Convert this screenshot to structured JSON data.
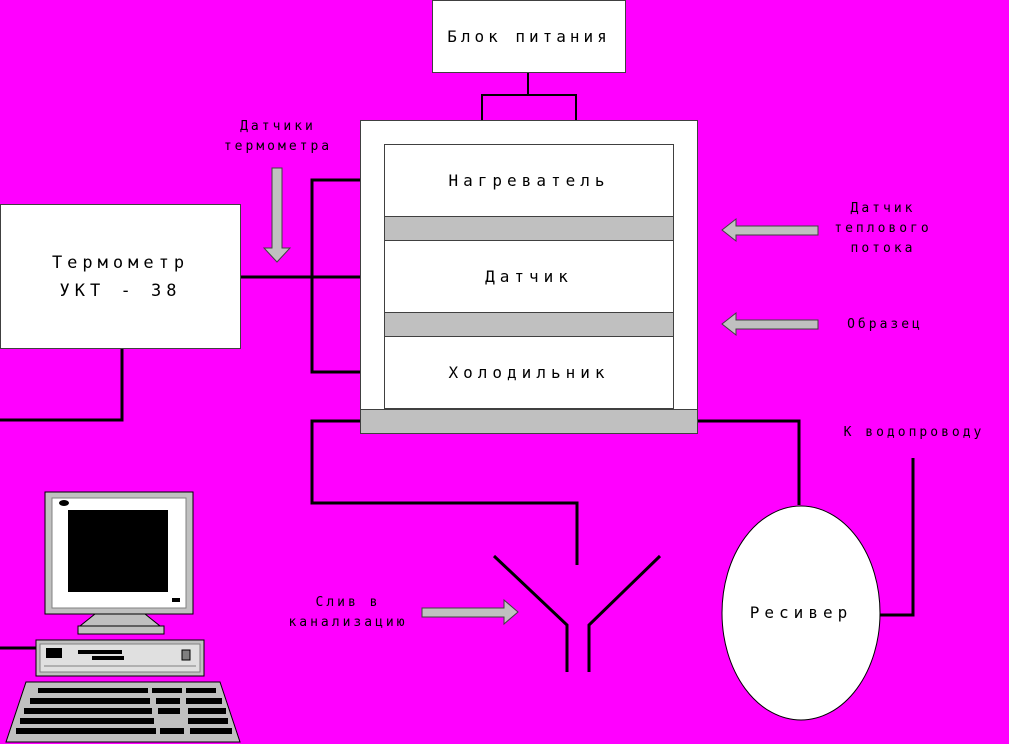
{
  "colors": {
    "background": "#ff00ff",
    "box": "#ffffff",
    "plate": "#c0c0c0",
    "wire": "#000000",
    "arrow": "#c0c0c0"
  },
  "nodes": {
    "power_supply": "Блок питания",
    "heater": "Нагреватель",
    "sensor": "Датчик",
    "cooler": "Холодильник",
    "thermometer": {
      "line1": "Термометр",
      "line2": "УКТ - 38"
    },
    "receiver": "Ресивер"
  },
  "annotations": {
    "thermometer_sensors": "Датчики\nтермометра",
    "heat_flux_sensor": "Датчик\nтеплового\nпотока",
    "sample": "Образец",
    "to_water_supply": "К водопроводу",
    "drain": "Слив в\nканализацию"
  },
  "icons": [
    "computer-icon",
    "funnel-icon",
    "heater-coil-icon"
  ]
}
